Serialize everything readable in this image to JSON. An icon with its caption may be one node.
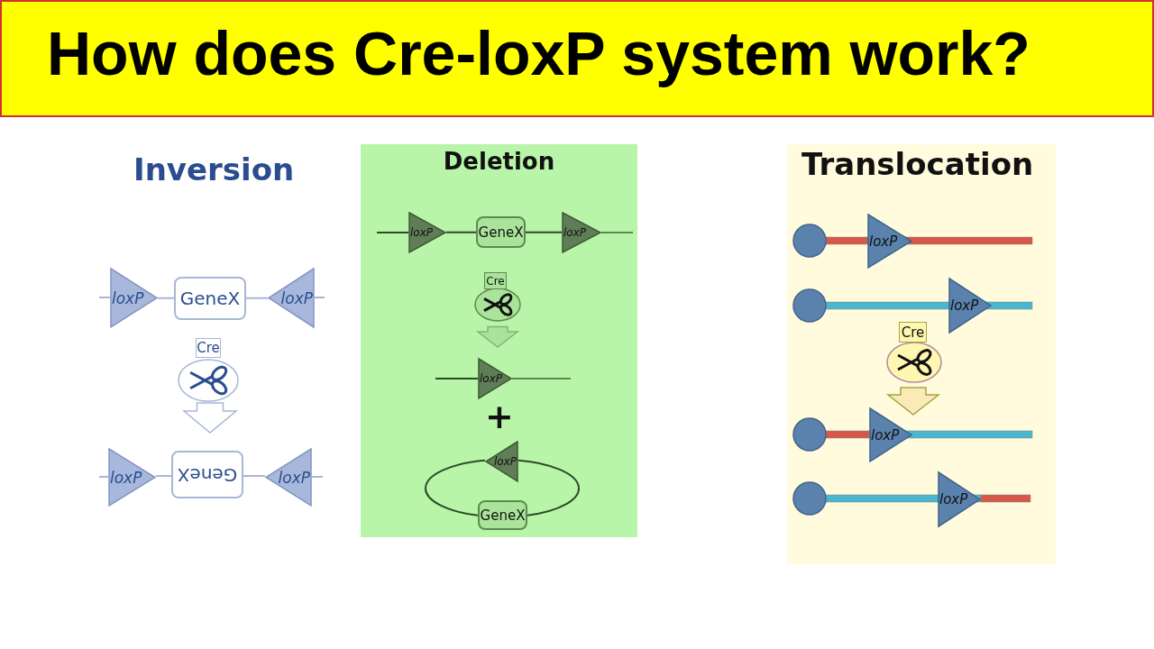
{
  "diagram": {
    "title": "How does Cre-loxP system work?",
    "nodes": [
      {
        "text": [
          "loxP"
        ]
      },
      {
        "text": [
          "GeneX"
        ]
      },
      {
        "text": [
          "loxP"
        ]
      },
      {
        "text": [
          "Cre"
        ]
      },
      {
        "text": [
          "loxP"
        ]
      },
      {
        "text": [
          "GeneX"
        ]
      },
      {
        "text": [
          "loxP"
        ]
      },
      {
        "text": [
          "Deletion"
        ]
      },
      {
        "text": [
          "loxP"
        ],
        "in": 7
      },
      {
        "text": [
          "GeneX"
        ],
        "in": 7
      },
      {
        "text": [
          "loxP"
        ],
        "in": 7
      },
      {
        "text": [
          "Cre"
        ],
        "in": 7
      },
      {
        "text": [
          "loxP"
        ],
        "in": 7
      },
      {
        "text": [
          "loxP"
        ],
        "in": 7
      },
      {
        "text": [
          "GeneX"
        ],
        "in": 7
      },
      {
        "text": [
          "Translocation"
        ]
      },
      {
        "text": [
          "loxP"
        ],
        "in": 15
      },
      {
        "text": [
          "loxP"
        ],
        "in": 15
      },
      {
        "text": [
          "Cre"
        ],
        "in": 15
      },
      {
        "text": [
          "loxP"
        ],
        "in": 15
      },
      {
        "text": [
          "loxP"
        ],
        "in": 15
      }
    ],
    "edges": [
      {
        "from": 0,
        "to": 1,
        "arrow": "none",
        "color": "#aab6d2"
      },
      {
        "from": 1,
        "to": 2,
        "arrow": "none",
        "color": "#aab6d2"
      },
      {
        "from": 4,
        "to": 5,
        "arrow": "none",
        "color": "#aab6d2"
      },
      {
        "from": 5,
        "to": 6,
        "arrow": "none",
        "color": "#aab6d2"
      },
      {
        "from": 8,
        "to": 9,
        "arrow": "none",
        "color": "#2d4a28"
      },
      {
        "from": 9,
        "to": 10,
        "arrow": "none",
        "color": "#2d4a28"
      },
      {
        "from": 13,
        "to": 14,
        "arrow": "none",
        "color": "#2d4a28"
      },
      {
        "from": 13,
        "to": 14,
        "arrow": "none",
        "color": "#2d4a28"
      }
    ],
    "labels": [
      "Inversion",
      "+"
    ]
  }
}
